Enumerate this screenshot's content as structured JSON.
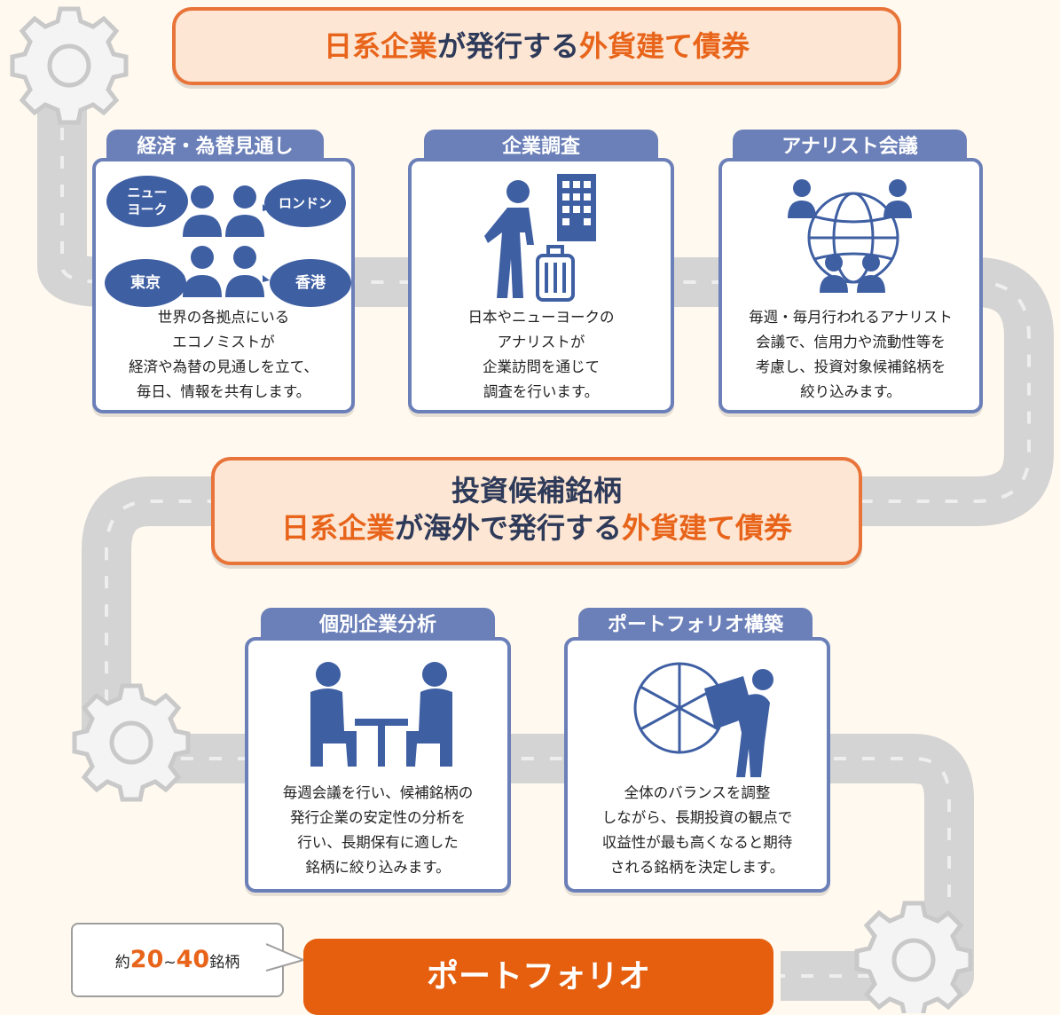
{
  "top_banner": {
    "p1": "日系企業",
    "p2": "が発行する",
    "p3": "外貨建て債券"
  },
  "cards_top": [
    {
      "tab": "経済・為替見通し",
      "bubbles": [
        "ニュー\nヨーク",
        "ロンドン",
        "東京",
        "香港"
      ],
      "lines": [
        "世界の各拠点にいる",
        "エコノミストが",
        "経済や為替の見通しを立て、",
        "毎日、情報を共有します。"
      ]
    },
    {
      "tab": "企業調査",
      "lines": [
        "日本やニューヨークの",
        "アナリストが",
        "企業訪問を通じて",
        "調査を行います。"
      ]
    },
    {
      "tab": "アナリスト会議",
      "lines": [
        "毎週・毎月行われるアナリスト",
        "会議で、信用力や流動性等を",
        "考慮し、投資対象候補銘柄を",
        "絞り込みます。"
      ]
    }
  ],
  "mid_banner": {
    "line1": "投資候補銘柄",
    "p1": "日系企業",
    "p2": "が海外で発行する",
    "p3": "外貨建て債券"
  },
  "cards_bottom": [
    {
      "tab": "個別企業分析",
      "lines": [
        "毎週会議を行い、候補銘柄の",
        "発行企業の安定性の分析を",
        "行い、長期保有に適した",
        "銘柄に絞り込みます。"
      ]
    },
    {
      "tab": "ポートフォリオ構築",
      "lines": [
        "全体のバランスを調整",
        "しながら、長期投資の観点で",
        "収益性が最も高くなると期待",
        "される銘柄を決定します。"
      ]
    }
  ],
  "callout": {
    "prefix": "約",
    "n1": "20",
    "sep": "~",
    "n2": "40",
    "suffix": "銘柄"
  },
  "portfolio": "ポートフォリオ",
  "colors": {
    "accent": "#e8641a",
    "card_blue": "#6b7fb8",
    "icon_blue": "#3f5fa3",
    "banner_bg": "#fde6d3"
  }
}
